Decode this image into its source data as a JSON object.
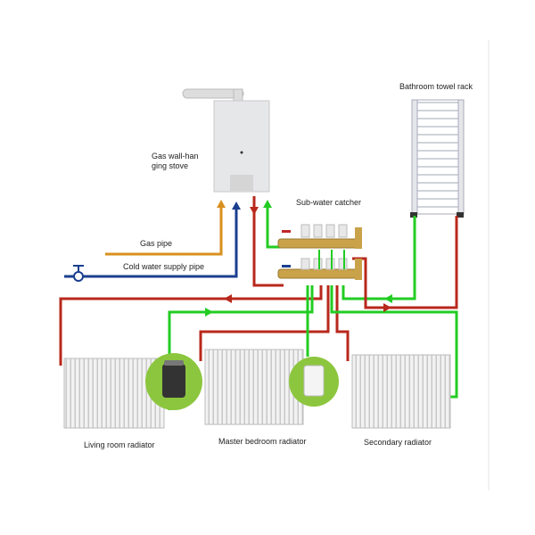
{
  "labels": {
    "stove_line1": "Gas wall-han",
    "stove_line2": "ging stove",
    "towel_rack": "Bathroom towel rack",
    "manifold": "Sub-water catcher",
    "gas_pipe": "Gas pipe",
    "cold_water": "Cold water supply pipe",
    "living_room": "Living room radiator",
    "master_bedroom": "Master bedroom radiator",
    "secondary": "Secondary radiator"
  },
  "colors": {
    "gas": "#d9901e",
    "cold": "#1a3f8f",
    "hot": "#b8281c",
    "return": "#22cc22",
    "circle": "#8cc63e"
  }
}
